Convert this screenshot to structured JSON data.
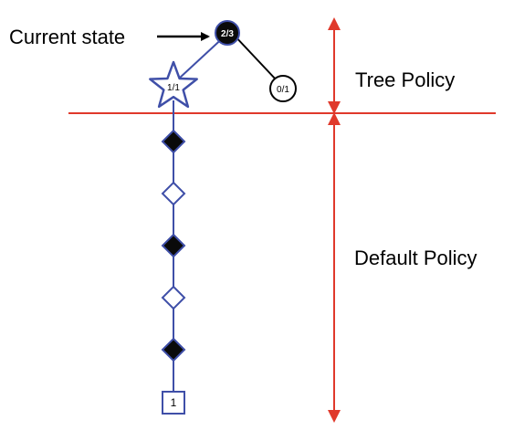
{
  "labels": {
    "current_state": "Current state",
    "tree_policy": "Tree Policy",
    "default_policy": "Default Policy"
  },
  "nodes": {
    "root": "2/3",
    "left_child": "1/1",
    "right_child": "0/1",
    "terminal": "1"
  },
  "rollout_diamond_fills": [
    "black",
    "white",
    "black",
    "white",
    "black"
  ],
  "colors": {
    "divider": "#e0392b",
    "tree_edge": "#3f4fa8",
    "black_edge": "#000000",
    "node_dark": "#0a0a0a",
    "node_light": "#ffffff"
  }
}
